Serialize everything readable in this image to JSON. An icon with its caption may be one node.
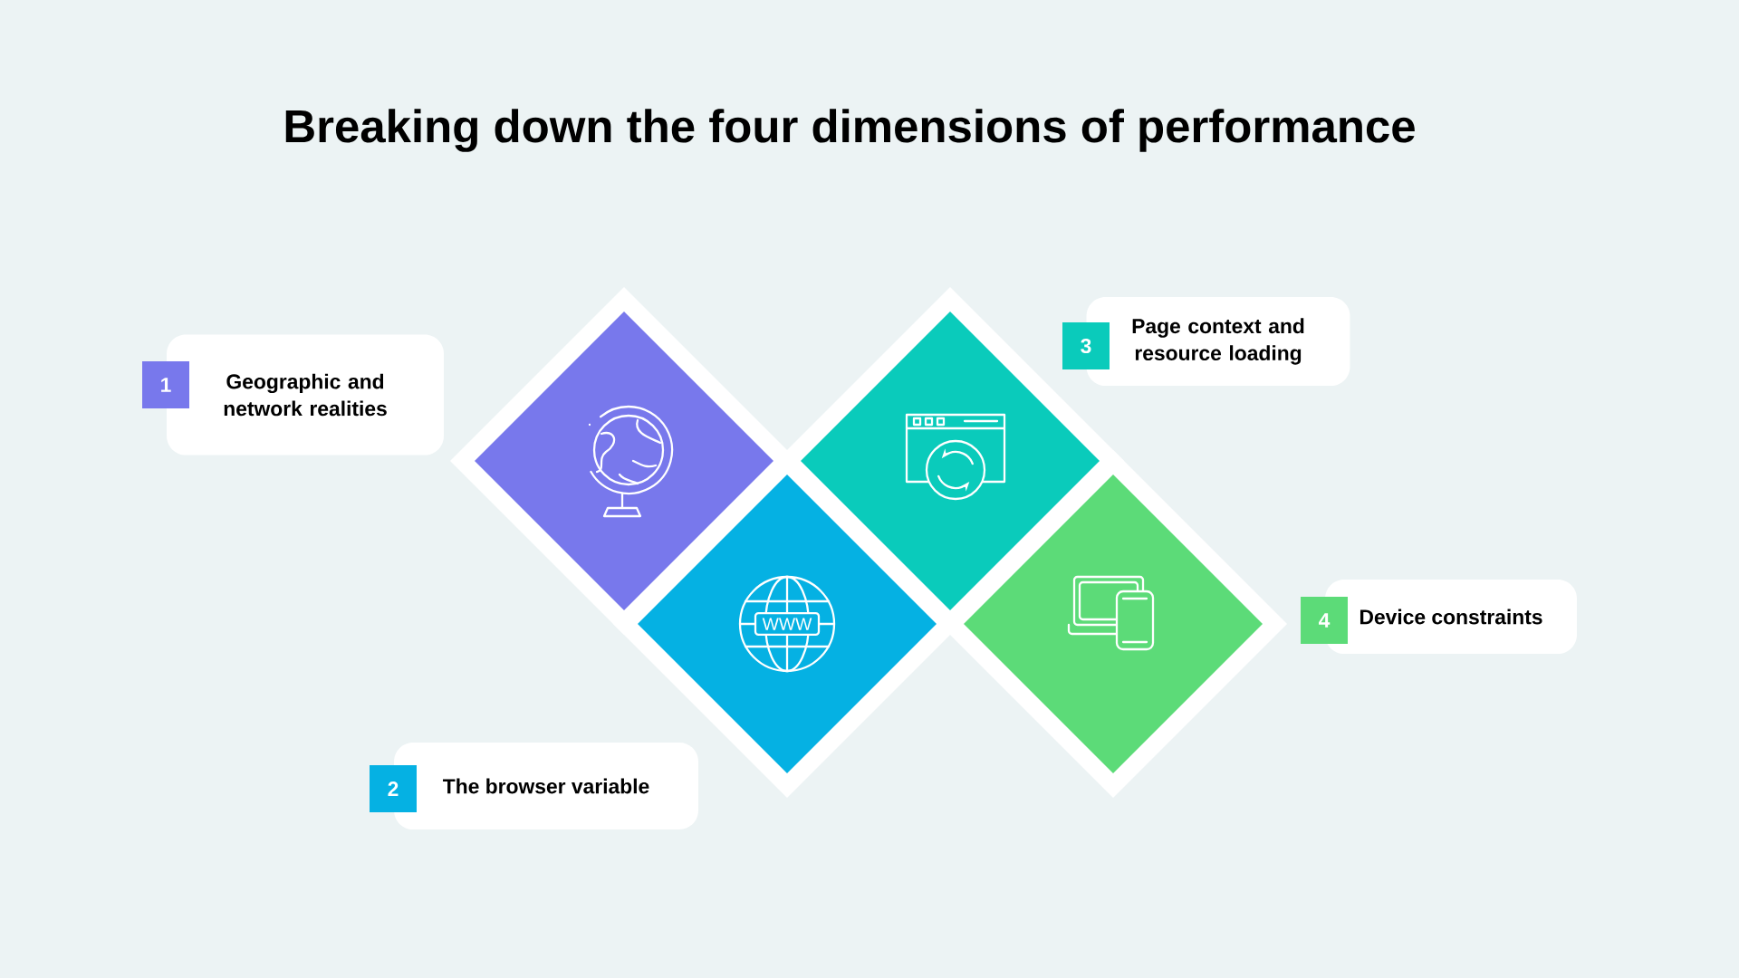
{
  "diagram": {
    "title": "Breaking down the four dimensions of performance",
    "nodes": [
      {
        "text": [
          "1"
        ]
      },
      {
        "text": [
          "Geographic and network realities"
        ]
      },
      {
        "text": [
          "2"
        ]
      },
      {
        "text": [
          "The browser variable"
        ]
      },
      {
        "text": [
          "3"
        ]
      },
      {
        "text": [
          "Page context and resource loading"
        ]
      },
      {
        "text": [
          "4"
        ]
      },
      {
        "text": [
          "Device constraints"
        ]
      }
    ],
    "labels": [
      "WWW"
    ]
  }
}
